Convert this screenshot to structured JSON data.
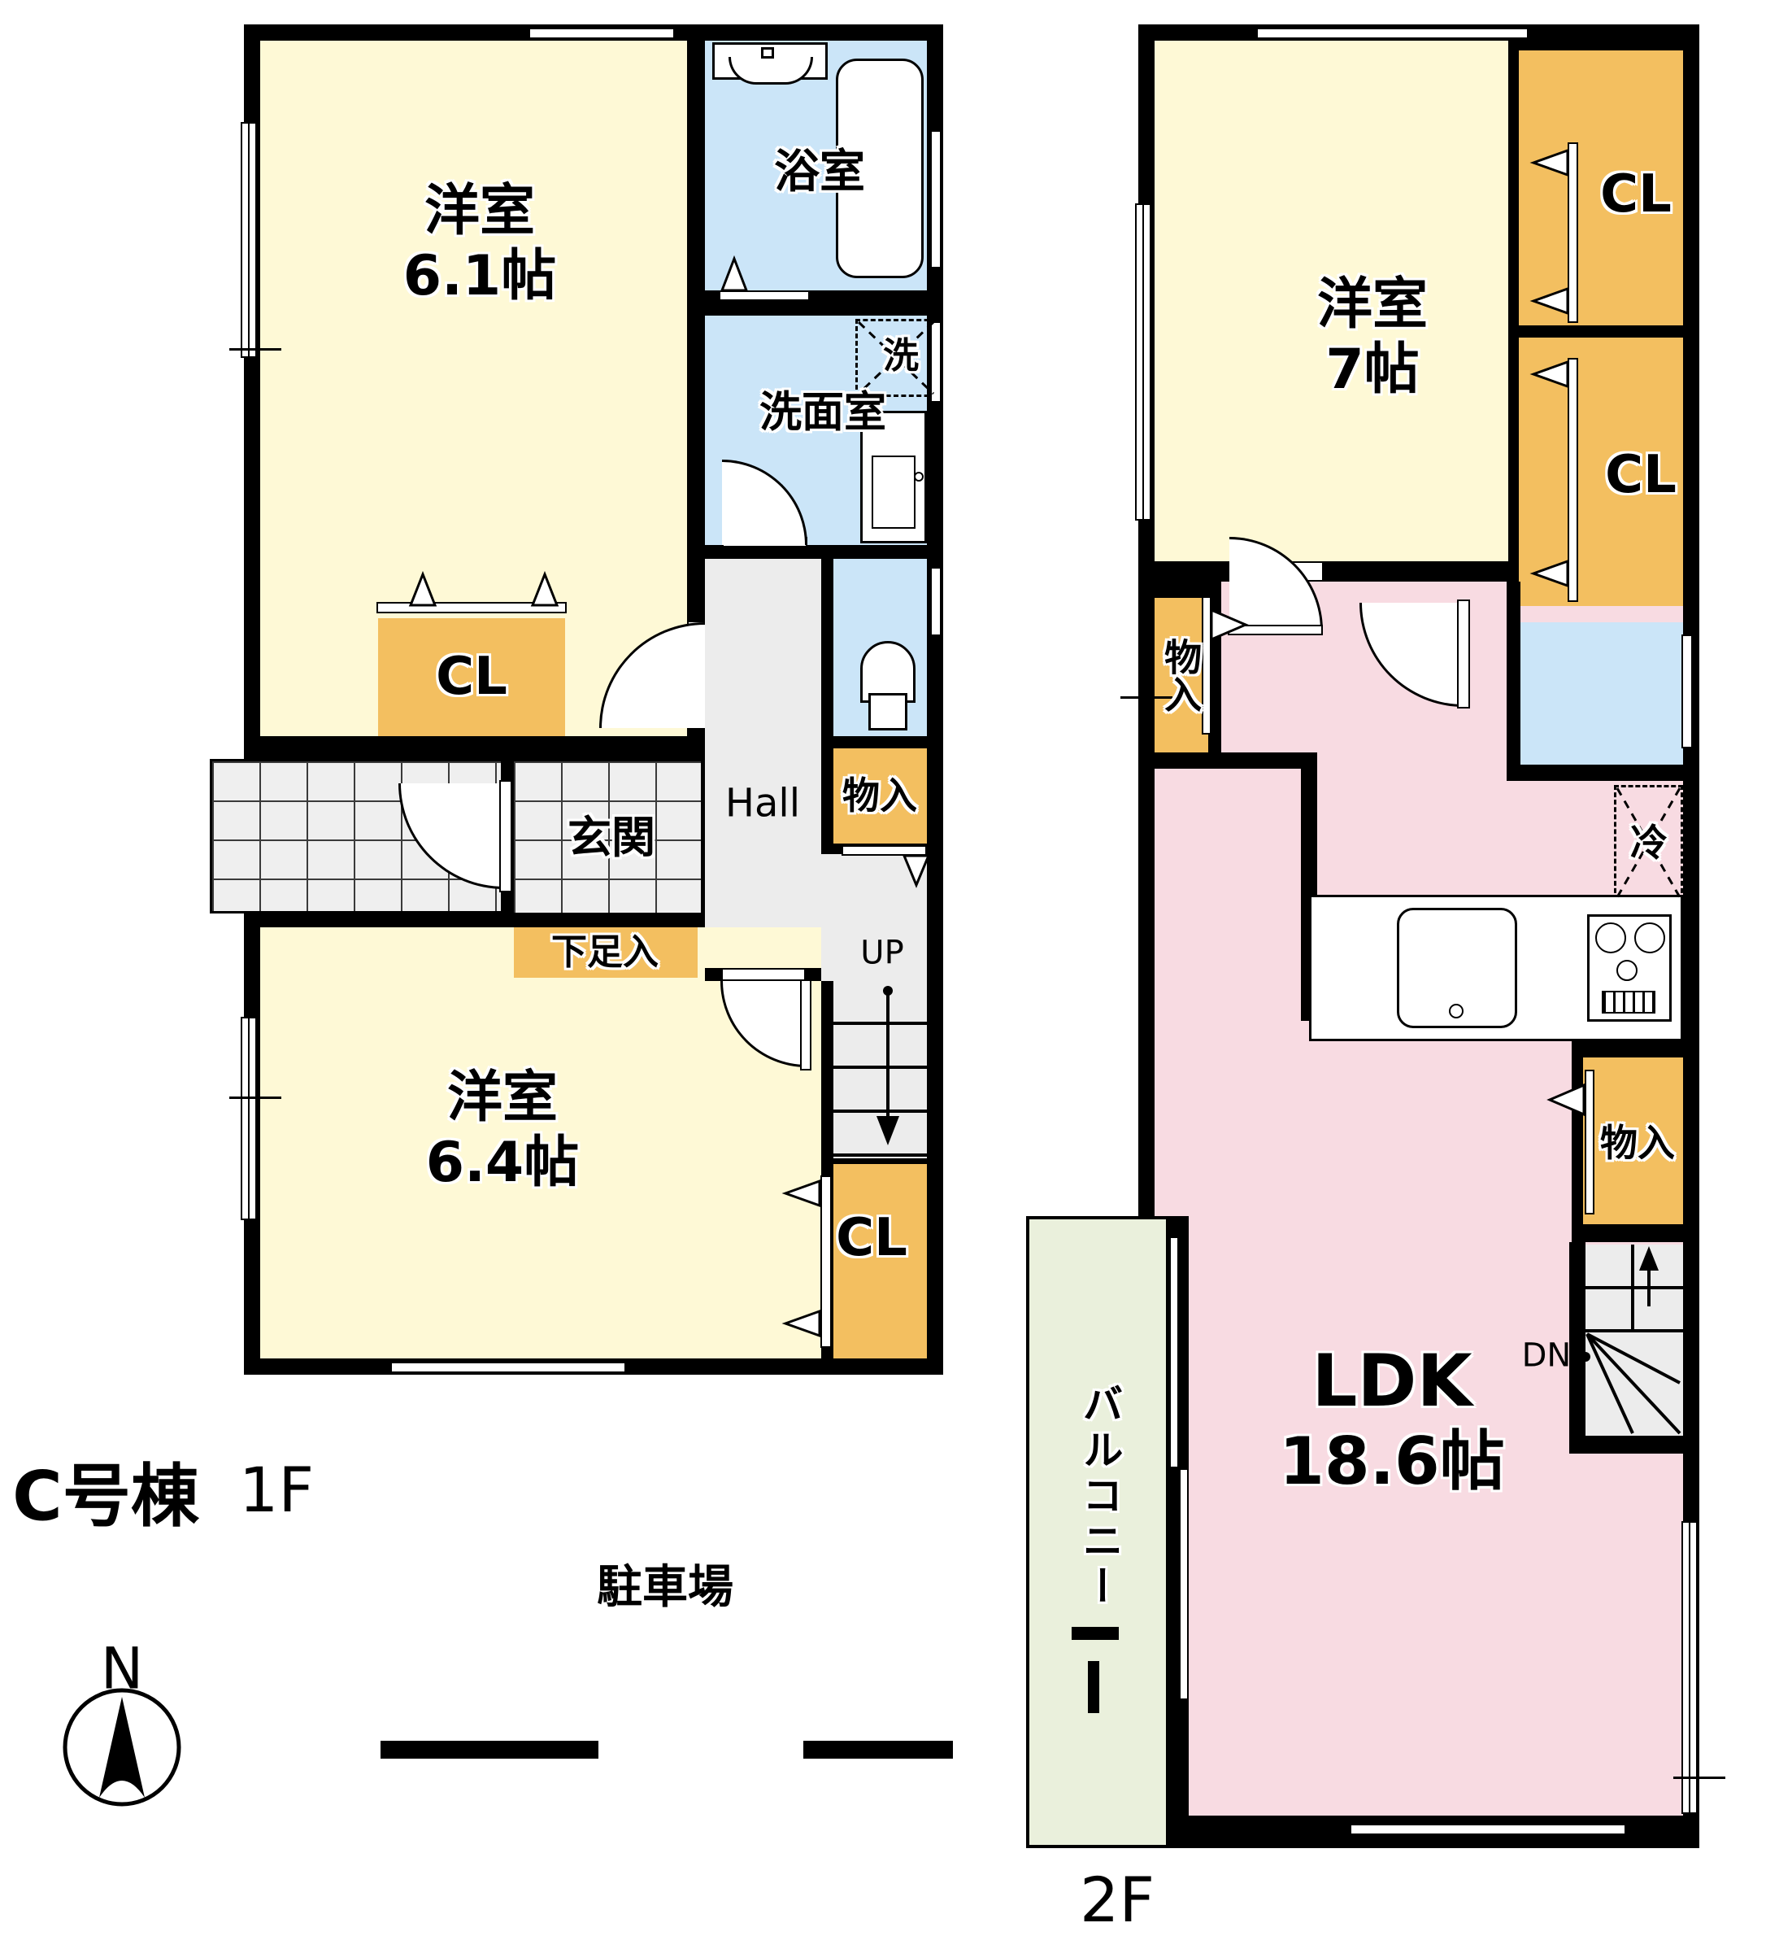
{
  "building": {
    "name_label": "C号棟"
  },
  "compass": {
    "north_label": "N"
  },
  "site": {
    "parking_label": "駐車場"
  },
  "floor1": {
    "floor_label": "1F",
    "room_61": {
      "name": "洋室",
      "size": "6.1帖"
    },
    "bathroom": {
      "name": "浴室"
    },
    "washroom": {
      "name": "洗面室",
      "washer_mark": "洗"
    },
    "closet_upper": {
      "label": "CL"
    },
    "entrance": {
      "name": "玄関"
    },
    "hall": {
      "name": "Hall"
    },
    "storage": {
      "label": "物入"
    },
    "shoe_storage": {
      "label": "下足入"
    },
    "stairs": {
      "direction_label": "UP"
    },
    "room_64": {
      "name": "洋室",
      "size": "6.4帖"
    },
    "closet_lower": {
      "label": "CL"
    }
  },
  "floor2": {
    "floor_label": "2F",
    "room_7": {
      "name": "洋室",
      "size": "7帖"
    },
    "closet_a": {
      "label": "CL"
    },
    "closet_b": {
      "label": "CL"
    },
    "storage_west": {
      "label": "物入"
    },
    "refrigerator_mark": {
      "label": "冷"
    },
    "storage_east": {
      "label": "物入"
    },
    "stairs": {
      "direction_label": "DN"
    },
    "ldk": {
      "name": "LDK",
      "size": "18.6帖"
    },
    "balcony": {
      "name": "バルコニー"
    }
  },
  "colors": {
    "wall": "#000000",
    "room_yellow": "#FEF9D6",
    "closet_orange": "#F3BF60",
    "water_blue": "#CBE5F8",
    "ldk_pink": "#F8DBE2",
    "balcony_green": "#EAF0DC",
    "floor_gray": "#ECECEC",
    "tile_gray": "#EFEFEF"
  }
}
